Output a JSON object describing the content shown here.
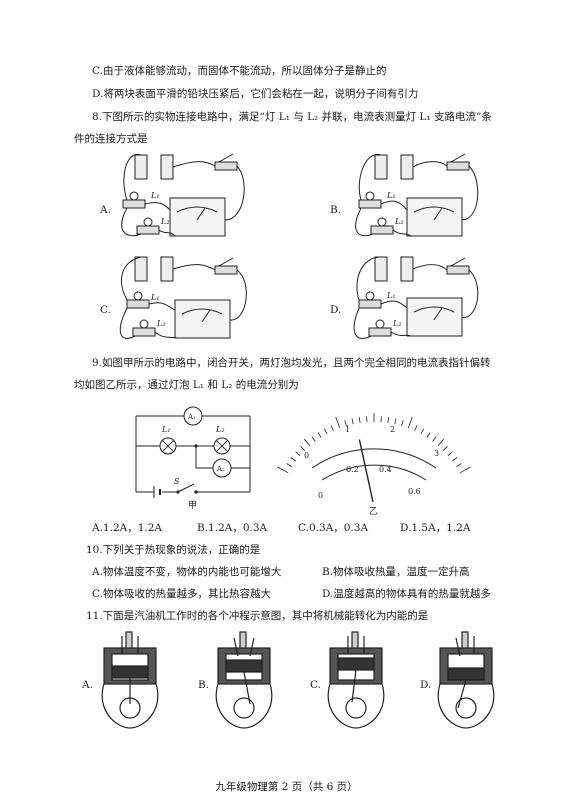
{
  "q7": {
    "optC": "C.由于液体能够流动，而固体不能流动，所以固体分子是静止的",
    "optD": "D.将两块表面平滑的铅块压紧后，它们会粘在一起，说明分子间有引力"
  },
  "q8": {
    "stem1": "8.下图所示的实物连接电路中，满足“灯 L₁ 与 L₂ 并联，电流表测量灯 L₁ 支路电流”条",
    "stem2": "件的连接方式是",
    "labels": [
      "A.",
      "B.",
      "C.",
      "D."
    ],
    "lamp1": "L₁",
    "lamp2": "L₂"
  },
  "q9": {
    "stem1": "9.如图甲所示的电路中，闭合开关，两灯泡均发光，且两个完全相同的电流表指针偏转",
    "stem2": "均如图乙所示，通过灯泡 L₁ 和 L₂ 的电流分别为",
    "circuit": {
      "a1": "A₁",
      "a2": "A₂",
      "l1": "L₁",
      "l2": "L₂",
      "s": "S",
      "caption": "甲"
    },
    "meter": {
      "outer_ticks": [
        "0",
        "1",
        "2",
        "3"
      ],
      "inner_ticks": [
        "0",
        "0.2",
        "0.4",
        "0.6"
      ],
      "needle_value": 0.24,
      "inner_max": 0.6,
      "caption": "乙"
    },
    "options": [
      "A.1.2A，1.2A",
      "B.1.2A，0.3A",
      "C.0.3A，0.3A",
      "D.1.5A，1.2A"
    ]
  },
  "q10": {
    "stem": "10.下列关于热现象的说法，正确的是",
    "optA": "A.物体温度不变，物体的内能也可能增大",
    "optB": "B.物体吸收热量，温度一定升高",
    "optC": "C.物体吸收的热量越多，其比热容越大",
    "optD": "D.温度越高的物体具有的热量就越多"
  },
  "q11": {
    "stem": "11.下面是汽油机工作时的各个冲程示意图，其中将机械能转化为内能的是",
    "labels": [
      "A.",
      "B.",
      "C.",
      "D."
    ]
  },
  "footer": "九年级物理第 2 页（共 6 页）"
}
